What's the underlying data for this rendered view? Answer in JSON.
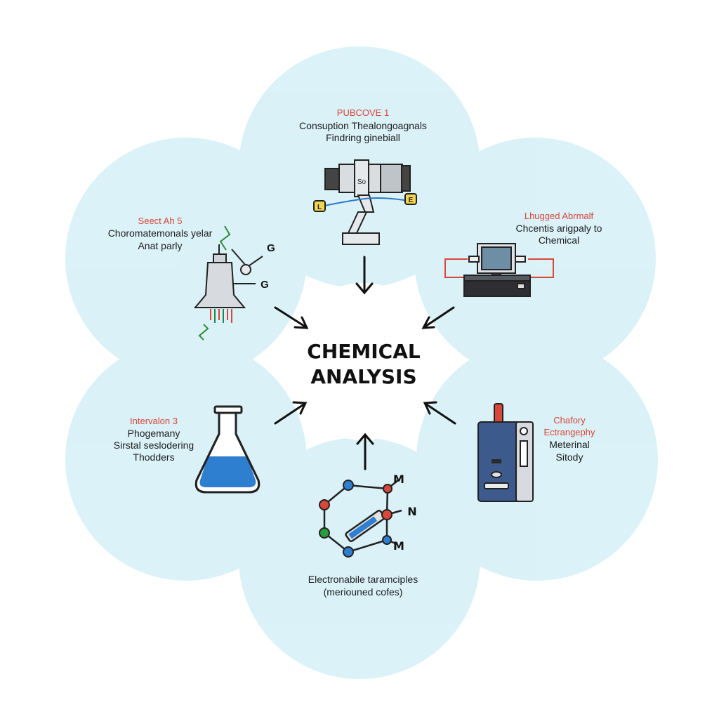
{
  "title": {
    "line1": "CHEMICAL",
    "line2": "ANALYSIS"
  },
  "nodes": {
    "top": {
      "tag": "PUBCOVE 1",
      "line1": "Consuption Thealongoagnals",
      "line2": "Findring ginebiall",
      "icon": "microscope-icon",
      "badge_left": "L",
      "badge_right": "E",
      "body_label": "So"
    },
    "upper_left": {
      "tag": "Seect Ah 5",
      "line1": "Choromatemonals yelar",
      "line2": "Anat parly",
      "icon": "spray-nozzle-icon",
      "letter1": "G",
      "letter2": "G"
    },
    "upper_right": {
      "tag": "Lhugged Abrmalf",
      "line1": "Chcentis arigpaly to",
      "line2": "Chemical",
      "icon": "computer-workstation-icon"
    },
    "lower_left": {
      "tag": "Intervalon 3",
      "line1": "Phogemany",
      "line2": "Sirstal seslodering",
      "line3": "Thodders",
      "icon": "flask-icon"
    },
    "lower_right": {
      "tag1": "Chafory",
      "tag2": "Ectrangephy",
      "line1": "Meterinal",
      "line2": "Sitody",
      "icon": "analyzer-device-icon"
    },
    "bottom": {
      "line1": "Electronabile taramciples",
      "line2": "(meriouned cofes)",
      "icon": "molecule-icon",
      "atom_m1": "M",
      "atom_n": "N",
      "atom_m2": "M"
    }
  },
  "colors": {
    "circle_fill": "#cfeef6",
    "accent_red": "#d9463a",
    "flask_liquid": "#2f7fd1",
    "device_body": "#3c5a8c"
  }
}
